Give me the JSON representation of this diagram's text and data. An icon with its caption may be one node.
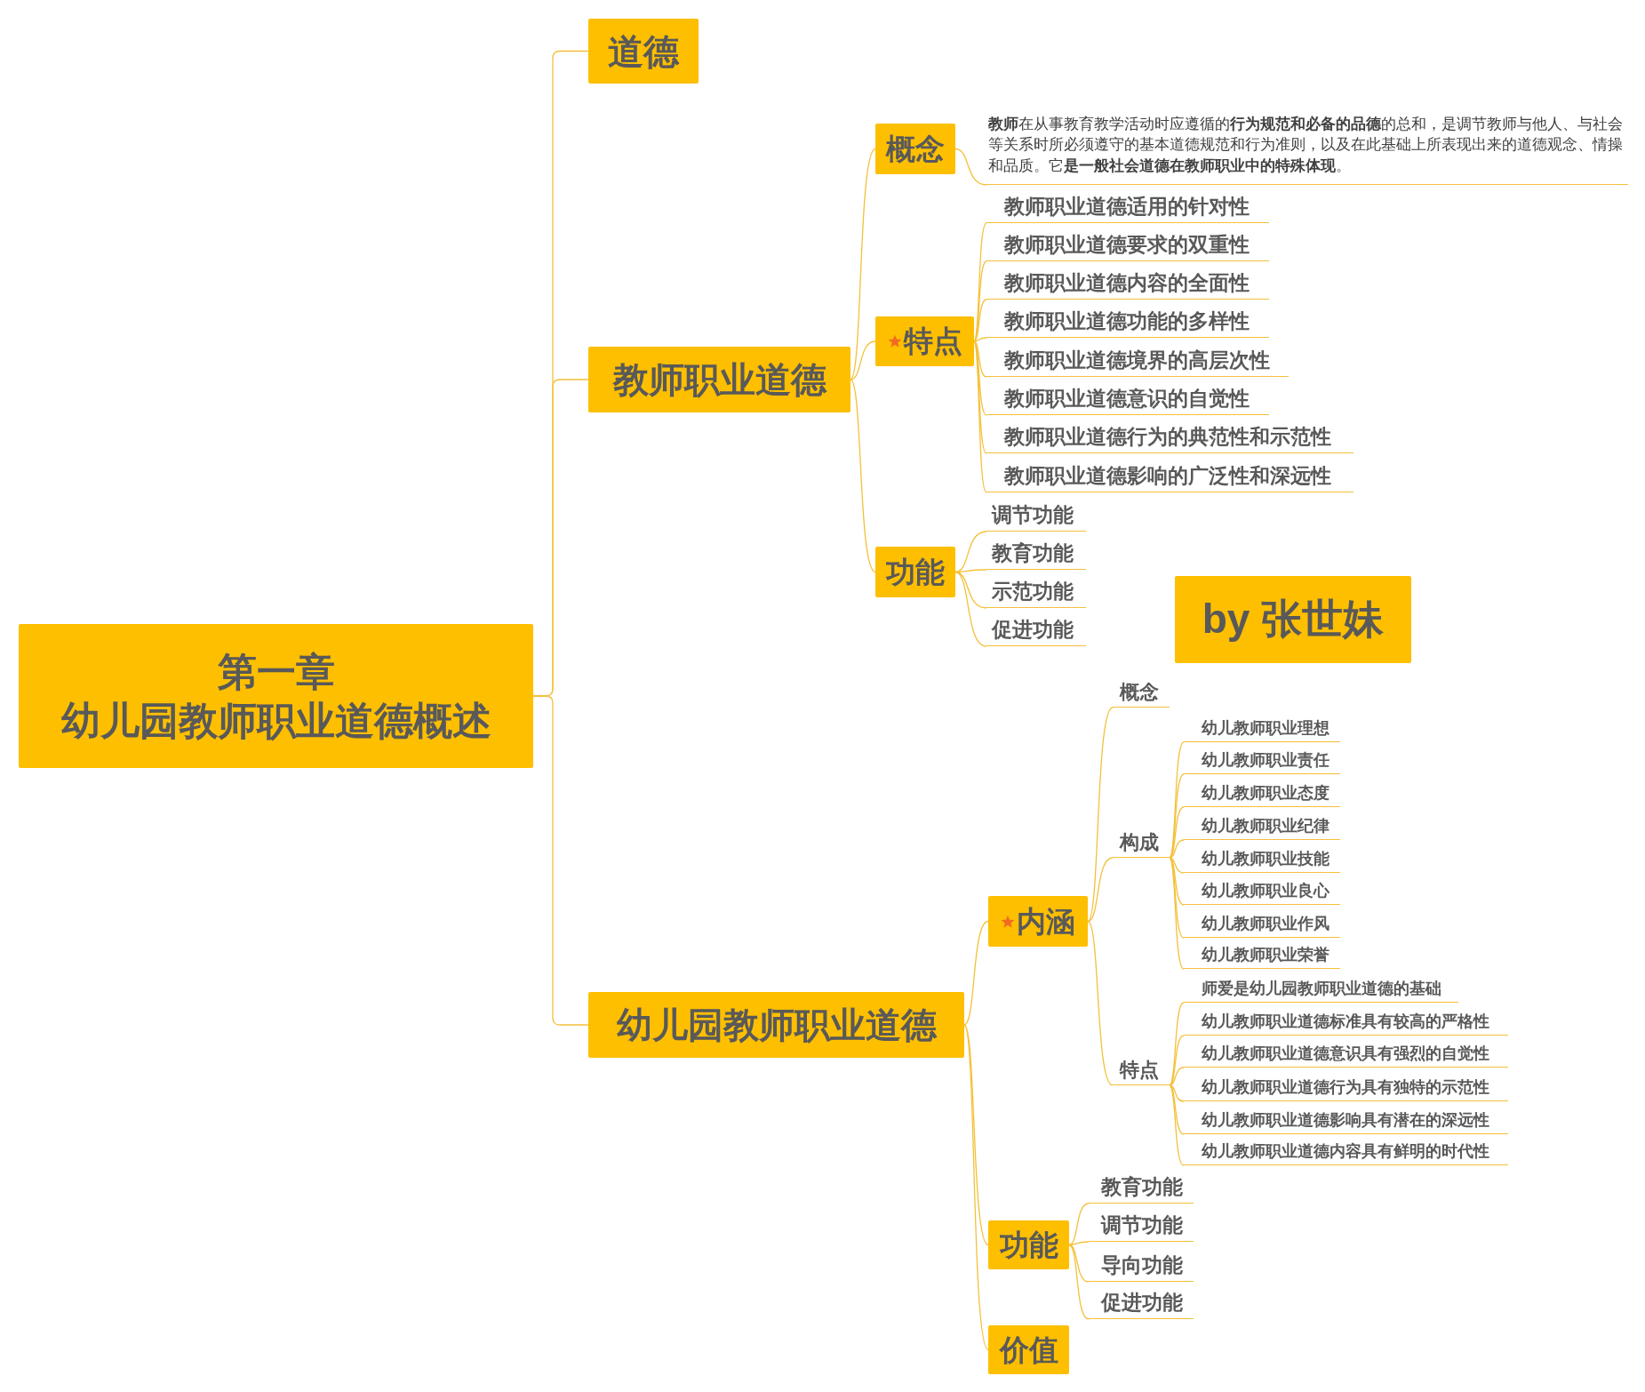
{
  "diagram": {
    "nodes": [
      {
        "text": [
          "第一章",
          "幼儿园教师职业道德概述"
        ]
      },
      {
        "text": [
          "道德"
        ]
      },
      {
        "text": [
          "教师职业道德"
        ]
      },
      {
        "text": [
          "概念"
        ]
      },
      {
        "text": [
          "**教师**在从事教育教学活动时应遵循的**行为规范和必备的品德**的总和，是调节教师与他人、与社会等关系时所必须遵守的基本道德规范和行为准则，以及在此基础上所表现出来的道德观念、情操和品质。它**是一般社会道德在教师职业中的特殊体现**。"
        ]
      },
      {
        "text": [
          "特点"
        ]
      },
      {
        "text": [
          "教师职业道德适用的针对性"
        ]
      },
      {
        "text": [
          "教师职业道德要求的双重性"
        ]
      },
      {
        "text": [
          "教师职业道德内容的全面性"
        ]
      },
      {
        "text": [
          "教师职业道德功能的多样性"
        ]
      },
      {
        "text": [
          "教师职业道德境界的高层次性"
        ]
      },
      {
        "text": [
          "教师职业道德意识的自觉性"
        ]
      },
      {
        "text": [
          "教师职业道德行为的典范性和示范性"
        ]
      },
      {
        "text": [
          "教师职业道德影响的广泛性和深远性"
        ]
      },
      {
        "text": [
          "功能"
        ]
      },
      {
        "text": [
          "调节功能"
        ]
      },
      {
        "text": [
          "教育功能"
        ]
      },
      {
        "text": [
          "示范功能"
        ]
      },
      {
        "text": [
          "促进功能"
        ]
      },
      {
        "text": [
          "by 张世妹"
        ]
      },
      {
        "text": [
          "幼儿园教师职业道德"
        ]
      },
      {
        "text": [
          "内涵"
        ]
      },
      {
        "text": [
          "概念"
        ]
      },
      {
        "text": [
          "构成"
        ]
      },
      {
        "text": [
          "幼儿教师职业理想"
        ]
      },
      {
        "text": [
          "幼儿教师职业责任"
        ]
      },
      {
        "text": [
          "幼儿教师职业态度"
        ]
      },
      {
        "text": [
          "幼儿教师职业纪律"
        ]
      },
      {
        "text": [
          "幼儿教师职业技能"
        ]
      },
      {
        "text": [
          "幼儿教师职业良心"
        ]
      },
      {
        "text": [
          "幼儿教师职业作风"
        ]
      },
      {
        "text": [
          "幼儿教师职业荣誉"
        ]
      },
      {
        "text": [
          "特点"
        ]
      },
      {
        "text": [
          "师爱是幼儿园教师职业道德的基础"
        ]
      },
      {
        "text": [
          "幼儿教师职业道德标准具有较高的严格性"
        ]
      },
      {
        "text": [
          "幼儿教师职业道德意识具有强烈的自觉性"
        ]
      },
      {
        "text": [
          "幼儿教师职业道德行为具有独特的示范性"
        ]
      },
      {
        "text": [
          "幼儿教师职业道德影响具有潜在的深远性"
        ]
      },
      {
        "text": [
          "幼儿教师职业道德内容具有鲜明的时代性"
        ]
      },
      {
        "text": [
          "功能"
        ]
      },
      {
        "text": [
          "教育功能"
        ]
      },
      {
        "text": [
          "调节功能"
        ]
      },
      {
        "text": [
          "导向功能"
        ]
      },
      {
        "text": [
          "促进功能"
        ]
      },
      {
        "text": [
          "价值"
        ]
      }
    ],
    "edges": [
      {
        "from": 0,
        "to": 1,
        "arrow": "none"
      },
      {
        "from": 0,
        "to": 2,
        "arrow": "none"
      },
      {
        "from": 0,
        "to": 20,
        "arrow": "none"
      },
      {
        "from": 2,
        "to": 3,
        "arrow": "none"
      },
      {
        "from": 2,
        "to": 5,
        "arrow": "none"
      },
      {
        "from": 2,
        "to": 14,
        "arrow": "none"
      },
      {
        "from": 3,
        "to": 4,
        "arrow": "none"
      },
      {
        "from": 5,
        "to": 6,
        "arrow": "none"
      },
      {
        "from": 5,
        "to": 7,
        "arrow": "none"
      },
      {
        "from": 5,
        "to": 8,
        "arrow": "none"
      },
      {
        "from": 5,
        "to": 9,
        "arrow": "none"
      },
      {
        "from": 5,
        "to": 10,
        "arrow": "none"
      },
      {
        "from": 5,
        "to": 11,
        "arrow": "none"
      },
      {
        "from": 5,
        "to": 12,
        "arrow": "none"
      },
      {
        "from": 5,
        "to": 13,
        "arrow": "none"
      },
      {
        "from": 14,
        "to": 15,
        "arrow": "none"
      },
      {
        "from": 14,
        "to": 16,
        "arrow": "none"
      },
      {
        "from": 14,
        "to": 17,
        "arrow": "none"
      },
      {
        "from": 14,
        "to": 18,
        "arrow": "none"
      },
      {
        "from": 20,
        "to": 21,
        "arrow": "none"
      },
      {
        "from": 20,
        "to": 39,
        "arrow": "none"
      },
      {
        "from": 20,
        "to": 44,
        "arrow": "none"
      },
      {
        "from": 21,
        "to": 22,
        "arrow": "none"
      },
      {
        "from": 21,
        "to": 23,
        "arrow": "none"
      },
      {
        "from": 21,
        "to": 32,
        "arrow": "none"
      },
      {
        "from": 23,
        "to": 24,
        "arrow": "none"
      },
      {
        "from": 23,
        "to": 25,
        "arrow": "none"
      },
      {
        "from": 23,
        "to": 26,
        "arrow": "none"
      },
      {
        "from": 23,
        "to": 27,
        "arrow": "none"
      },
      {
        "from": 23,
        "to": 28,
        "arrow": "none"
      },
      {
        "from": 23,
        "to": 29,
        "arrow": "none"
      },
      {
        "from": 23,
        "to": 30,
        "arrow": "none"
      },
      {
        "from": 23,
        "to": 31,
        "arrow": "none"
      },
      {
        "from": 32,
        "to": 33,
        "arrow": "none"
      },
      {
        "from": 32,
        "to": 34,
        "arrow": "none"
      },
      {
        "from": 32,
        "to": 35,
        "arrow": "none"
      },
      {
        "from": 32,
        "to": 36,
        "arrow": "none"
      },
      {
        "from": 32,
        "to": 37,
        "arrow": "none"
      },
      {
        "from": 32,
        "to": 38,
        "arrow": "none"
      },
      {
        "from": 39,
        "to": 40,
        "arrow": "none"
      },
      {
        "from": 39,
        "to": 41,
        "arrow": "none"
      },
      {
        "from": 39,
        "to": 42,
        "arrow": "none"
      },
      {
        "from": 39,
        "to": 43,
        "arrow": "none"
      }
    ]
  }
}
